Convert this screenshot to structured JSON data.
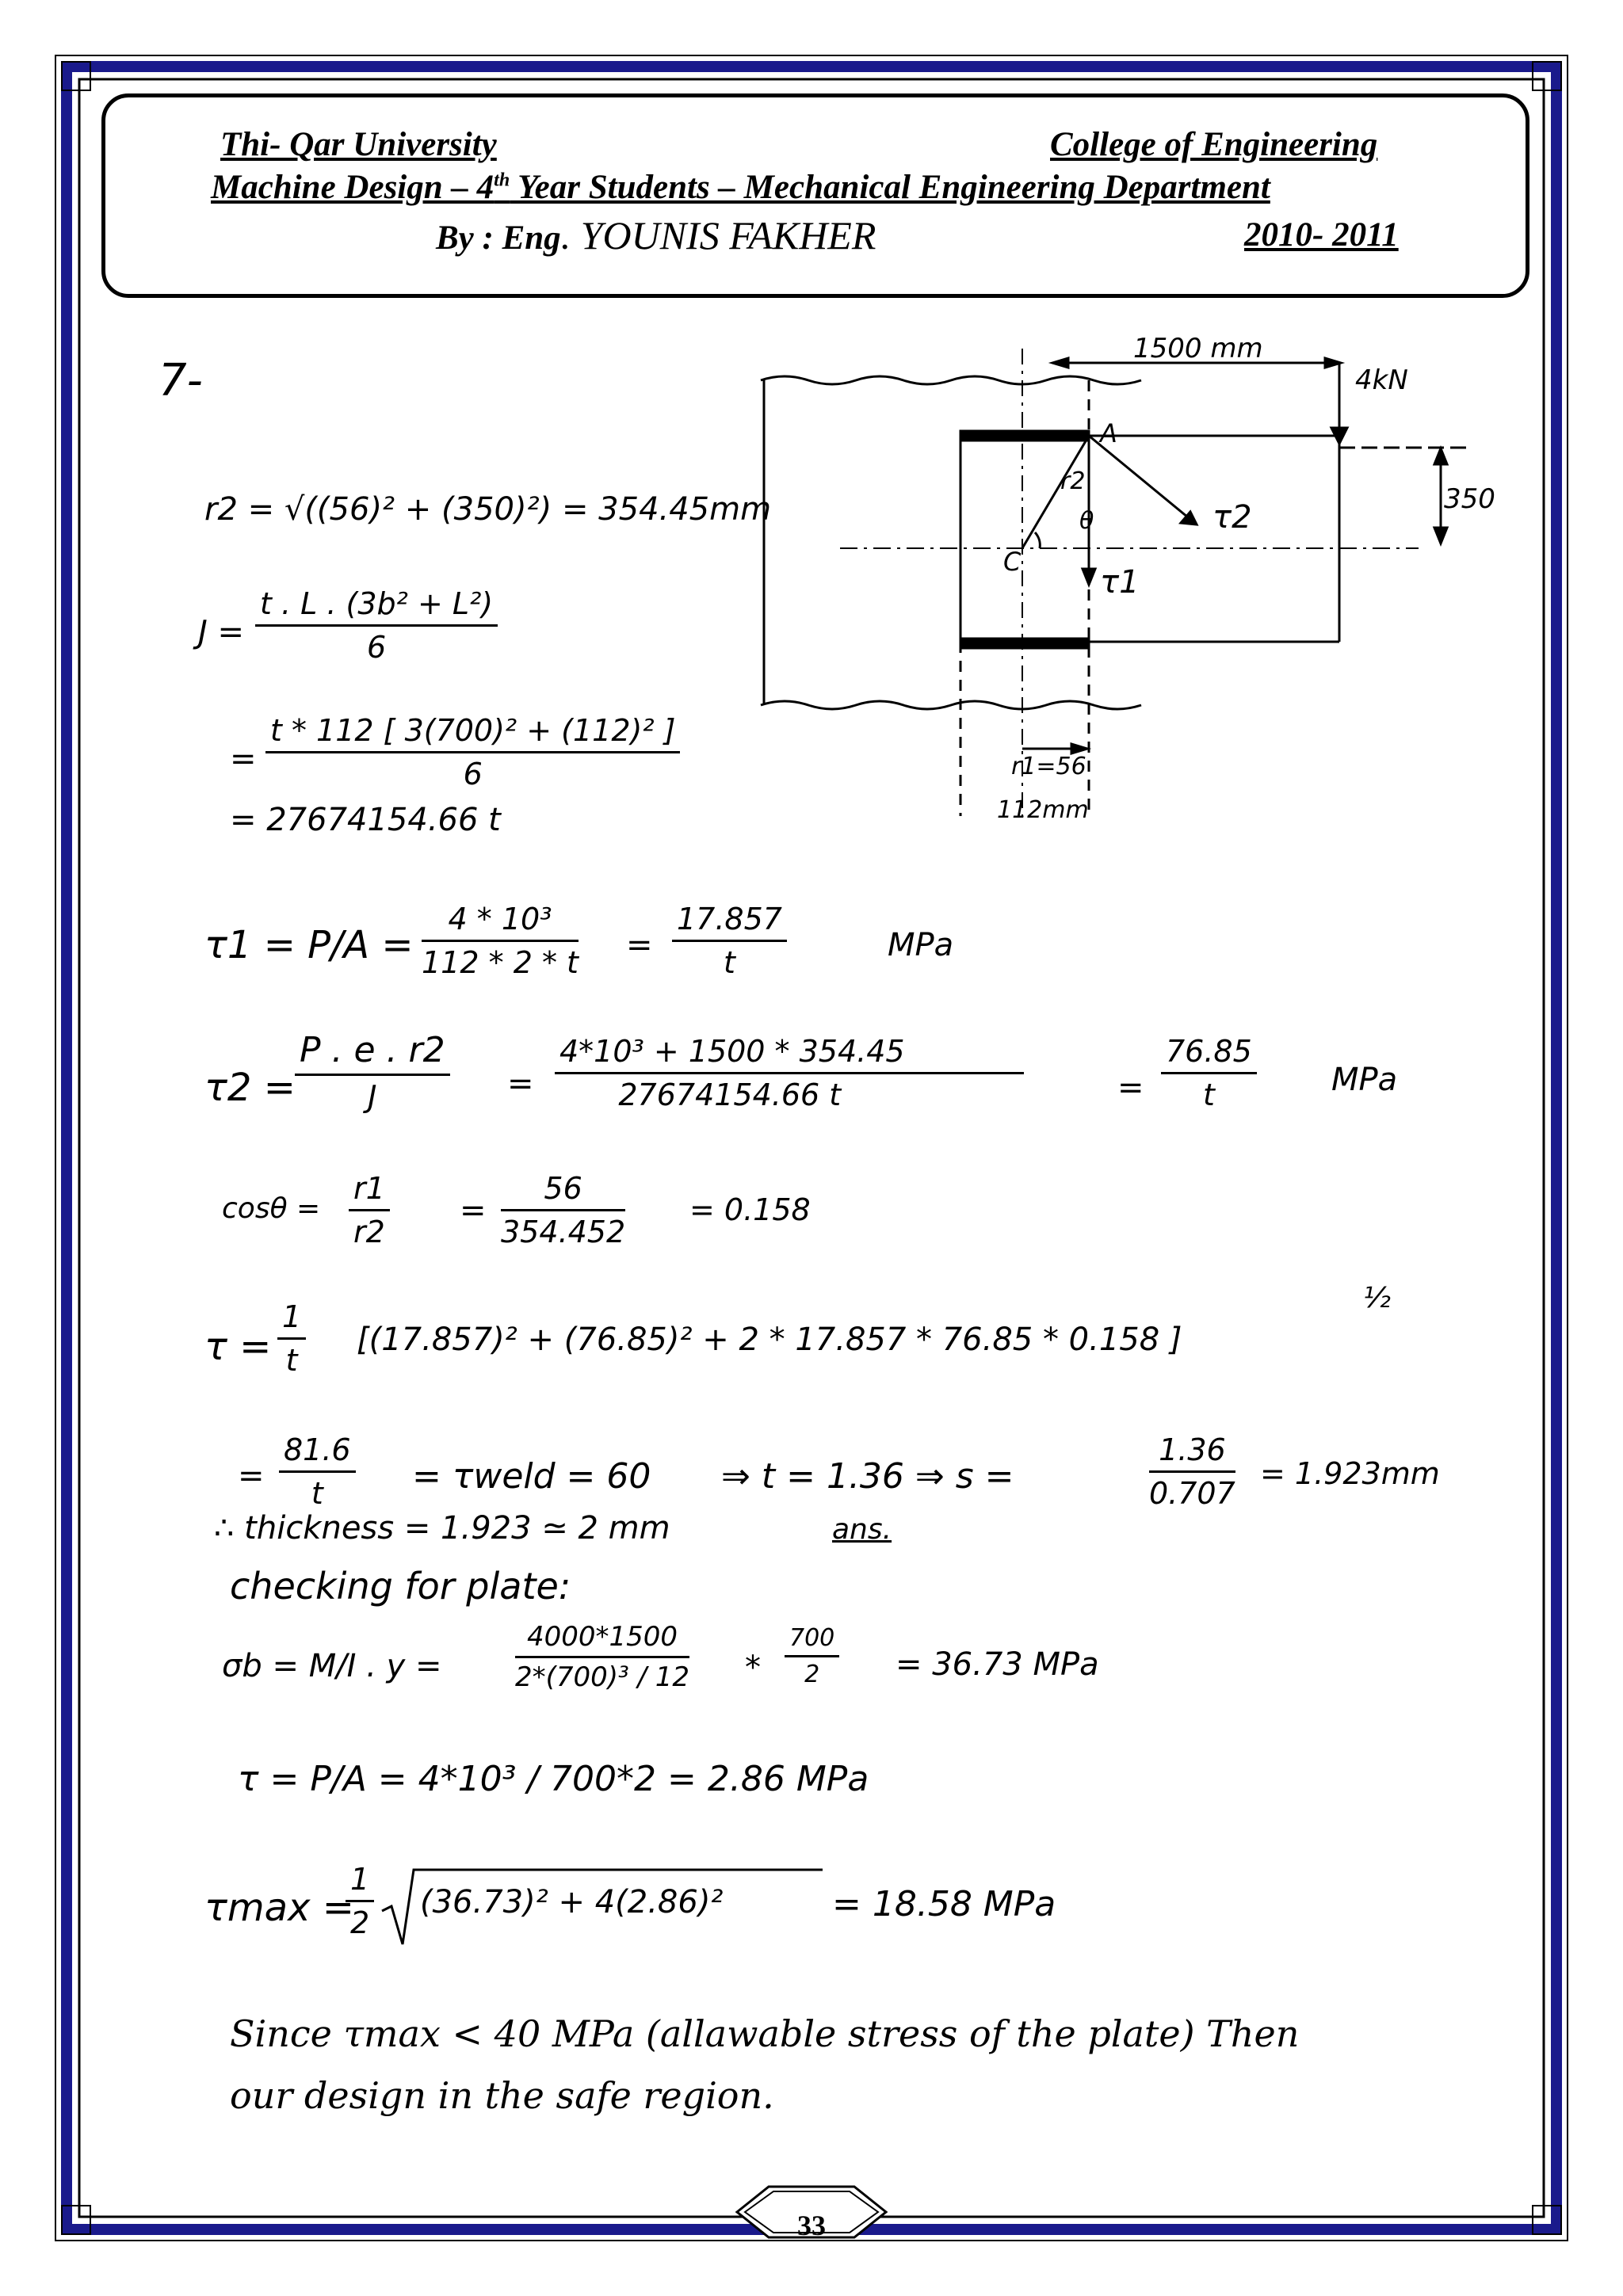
{
  "header": {
    "university": "Thi- Qar University",
    "college": "College of Engineering",
    "course_prefix": "Machine Design – 4",
    "course_sup": "th",
    "course_suffix": " Year Students – Mechanical Engineering Department",
    "by_label": "By : Eng",
    "author": ". YOUNIS FAKHER",
    "year": "2010- 2011"
  },
  "problem": {
    "number": "7-"
  },
  "figure": {
    "dim_length": "1500 mm",
    "load": "4kN",
    "dim_height": "350",
    "point_a": "A",
    "point_c": "C",
    "r2_label": "r2",
    "theta": "θ",
    "tau1": "τ1",
    "tau2": "τ2",
    "r1_label": "r1=56",
    "dim_weld": "112mm"
  },
  "equations": {
    "r2": "r2 = √((56)² + (350)²) = 354.45mm",
    "j_lhs": "J =",
    "j_num": "t . L . (3b² + L²)",
    "j_den": "6",
    "j2_num": "t * 112 [ 3(700)² + (112)² ]",
    "j2_den": "6",
    "j3": "= 27674154.66 t",
    "tau1_lhs": "τ1 = P/A =",
    "tau1_num": "4 * 10³",
    "tau1_den": "112 * 2 * t",
    "tau1_res_num": "17.857",
    "tau1_res_den": "t",
    "tau1_unit": "MPa",
    "tau2_lhs": "τ2 =",
    "tau2_num": "P . e . r2",
    "tau2_den": "J",
    "tau2_mid_num": "4*10³ + 1500 * 354.45",
    "tau2_mid_den": "27674154.66 t",
    "tau2_res_num": "76.85",
    "tau2_res_den": "t",
    "tau2_unit": "MPa",
    "cos_lhs": "cosθ =",
    "cos_num": "r1",
    "cos_den": "r2",
    "cos_mid_num": "56",
    "cos_mid_den": "354.452",
    "cos_res": "= 0.158",
    "tau_lhs": "τ =",
    "tau_frac_num": "1",
    "tau_frac_den": "t",
    "tau_bracket": "[(17.857)² + (76.85)² + 2 * 17.857 * 76.85 * 0.158 ]",
    "tau_pow": "½",
    "res_num": "81.6",
    "res_den": "t",
    "res_mid": "= τweld = 60",
    "res_t": "⇒ t = 1.36 ⇒ s =",
    "res_s_num": "1.36",
    "res_s_den": "0.707",
    "res_s_val": "= 1.923mm",
    "thickness": "∴ thickness = 1.923 ≃ 2 mm",
    "ans": "ans.",
    "checking": "checking for plate:",
    "sigma_lhs": "σb = M/I . y =",
    "sigma_num": "4000*1500",
    "sigma_den": "2*(700)³ / 12",
    "sigma_mid": "*",
    "sigma_y_num": "700",
    "sigma_y_den": "2",
    "sigma_res": "= 36.73 MPa",
    "tau_plate": "τ = P/A = 4*10³ / 700*2 = 2.86 MPa",
    "tau_max_lhs": "τmax =",
    "tau_max_half_num": "1",
    "tau_max_half_den": "2",
    "tau_max_root": "(36.73)² + 4(2.86)²",
    "tau_max_res": "= 18.58 MPa"
  },
  "conclusion": {
    "line1": "Since τmax < 40 MPa (allawable stress of the plate) Then",
    "line2": "our design in the safe region."
  },
  "page_number": "33"
}
